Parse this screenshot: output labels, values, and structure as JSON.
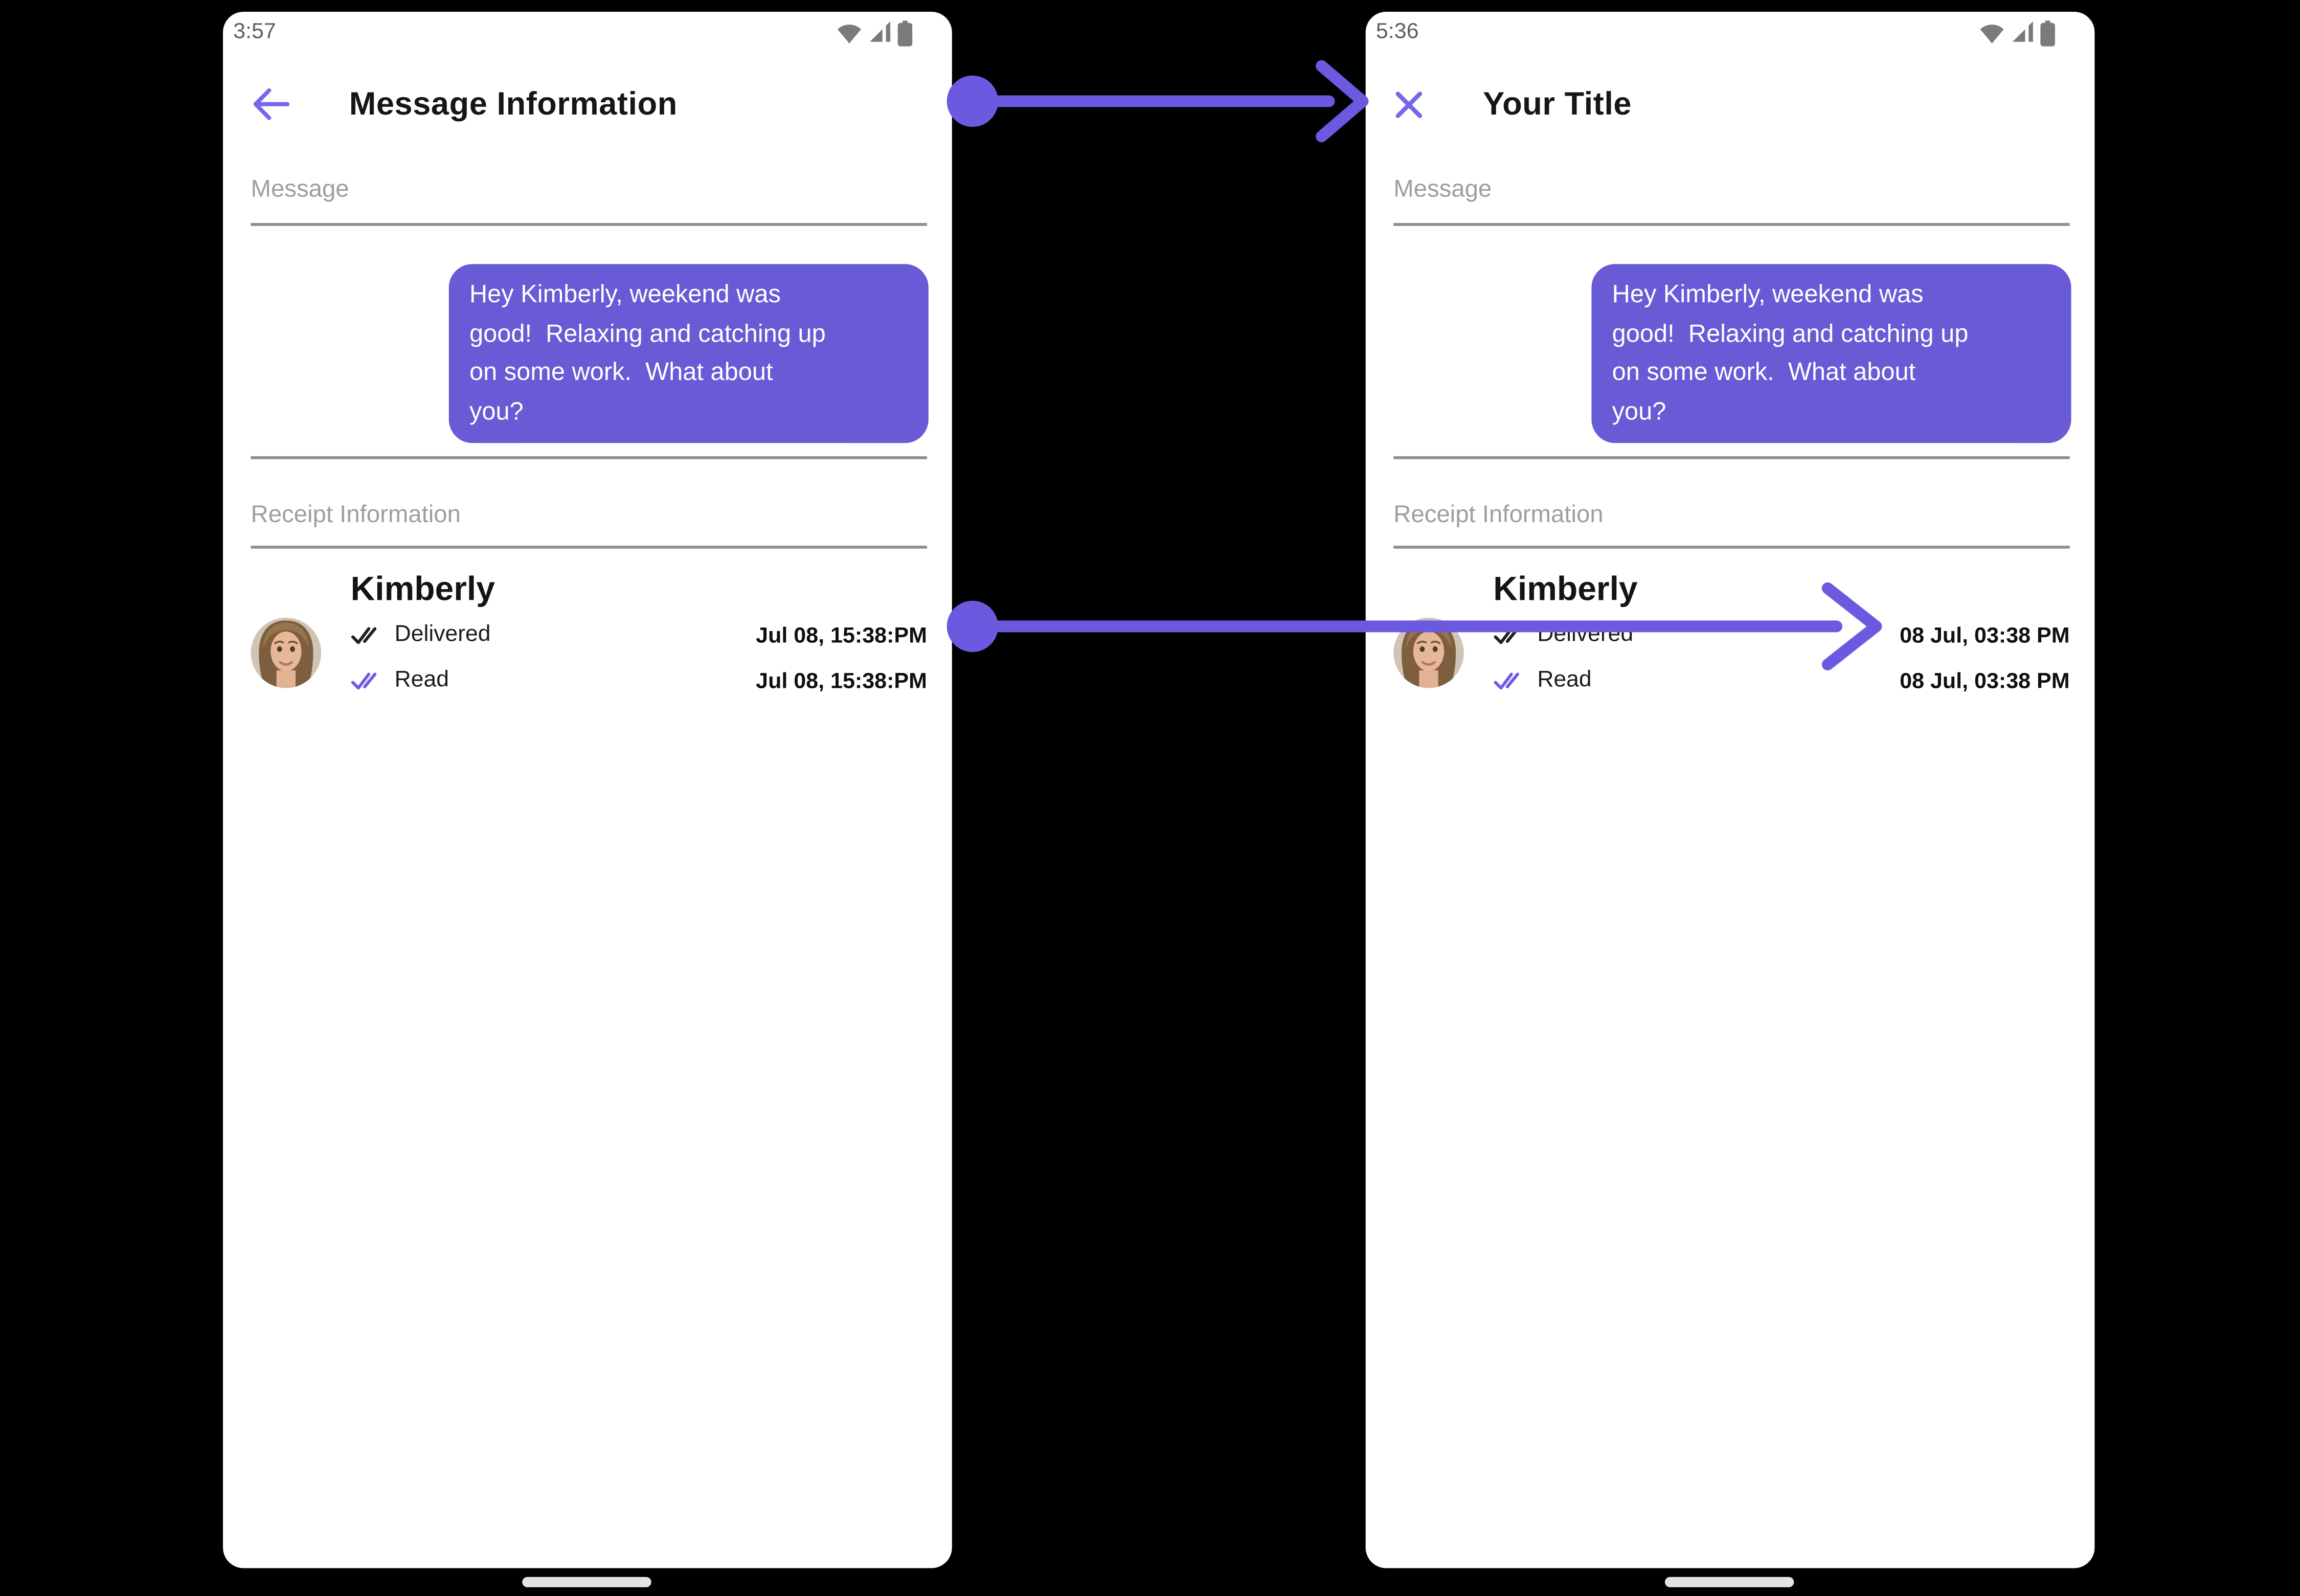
{
  "colors": {
    "canvas_background": "#000000",
    "phone_background": "#ffffff",
    "accent_arrow_purple": "#6b5ae0",
    "bubble_purple": "#695ad6",
    "nav_icon_purple": "#7668ea",
    "read_check_purple": "#6d5ce6",
    "delivered_check_dark": "#212121",
    "divider_gray": "#8f8f8f",
    "section_label_gray": "#9e9e9e",
    "status_icon_gray": "#7b7b7b"
  },
  "annotations": {
    "arrow_1_name": "title-mapping-arrow",
    "arrow_2_name": "timestamp-mapping-arrow"
  },
  "phones": [
    {
      "side": "left",
      "status": {
        "time": "3:57",
        "icons": [
          "wifi-icon",
          "signal-icon",
          "battery-icon"
        ]
      },
      "nav_icon": "back-arrow-icon",
      "title": "Message Information",
      "message_section": {
        "label": "Message",
        "bubble_text": "Hey Kimberly, weekend was\ngood!  Relaxing and catching up\non some work.  What about\nyou?"
      },
      "receipt_section": {
        "label": "Receipt Information",
        "contact_name": "Kimberly",
        "avatar": "kimberly-avatar",
        "rows": [
          {
            "icon": "double-check-icon",
            "status": "Delivered",
            "timestamp": "Jul 08, 15:38:PM"
          },
          {
            "icon": "double-check-icon",
            "status": "Read",
            "timestamp": "Jul 08, 15:38:PM"
          }
        ]
      }
    },
    {
      "side": "right",
      "status": {
        "time": "5:36",
        "icons": [
          "wifi-icon",
          "signal-icon",
          "battery-icon"
        ]
      },
      "nav_icon": "close-icon",
      "title": "Your Title",
      "message_section": {
        "label": "Message",
        "bubble_text": "Hey Kimberly, weekend was\ngood!  Relaxing and catching up\non some work.  What about\nyou?"
      },
      "receipt_section": {
        "label": "Receipt Information",
        "contact_name": "Kimberly",
        "avatar": "kimberly-avatar",
        "rows": [
          {
            "icon": "double-check-icon",
            "status": "Delivered",
            "timestamp": "08 Jul, 03:38 PM"
          },
          {
            "icon": "double-check-icon",
            "status": "Read",
            "timestamp": "08 Jul, 03:38 PM"
          }
        ]
      }
    }
  ]
}
